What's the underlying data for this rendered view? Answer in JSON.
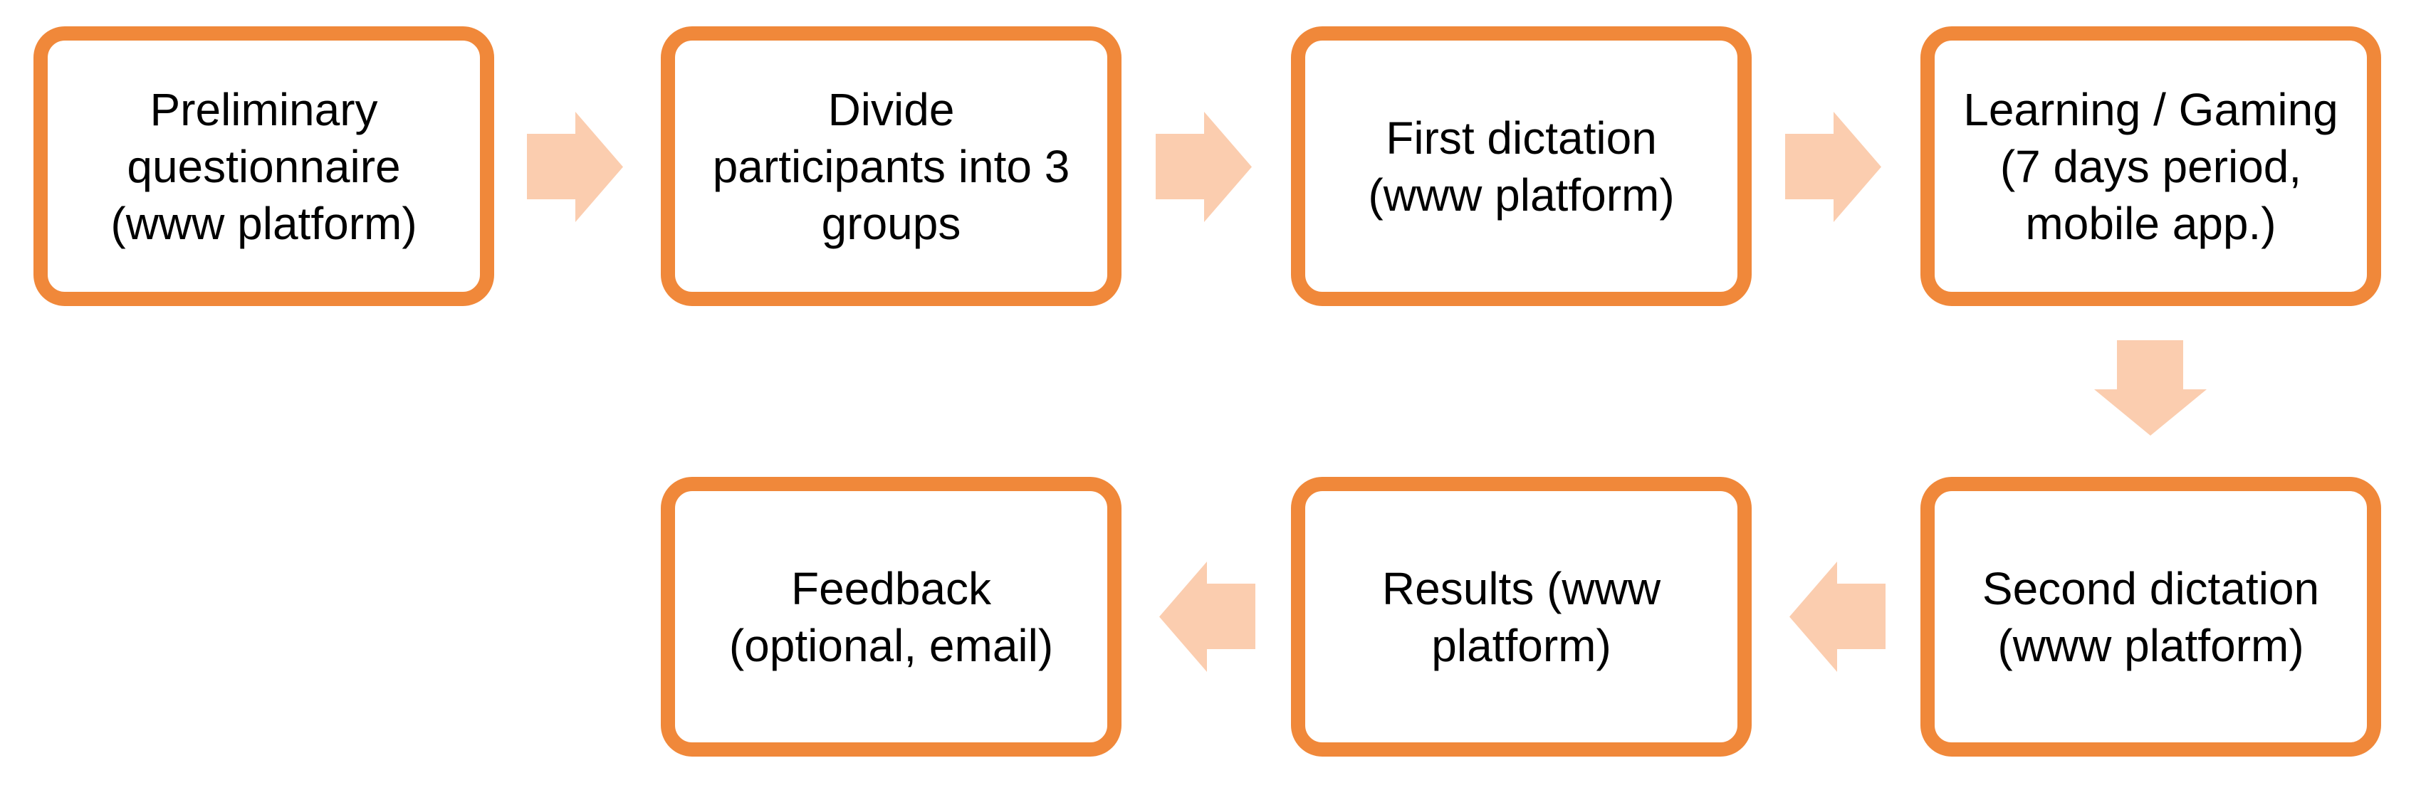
{
  "diagram": {
    "type": "flowchart",
    "background_color": "#ffffff",
    "box_border_color": "#f0883a",
    "box_fill_color": "#ffffff",
    "arrow_fill_color": "#fbcdaf",
    "text_color": "#000000",
    "steps": [
      {
        "id": "preliminary-questionnaire",
        "lines": [
          "Preliminary",
          "questionnaire",
          "(www platform)"
        ],
        "text": "Preliminary questionnaire (www platform)"
      },
      {
        "id": "divide-participants",
        "lines": [
          "Divide",
          "participants into 3",
          "groups"
        ],
        "text": "Divide participants into 3 groups"
      },
      {
        "id": "first-dictation",
        "lines": [
          "First dictation",
          "(www platform)"
        ],
        "text": "First dictation (www platform)"
      },
      {
        "id": "learning-gaming",
        "lines": [
          "Learning / Gaming",
          "(7 days period,",
          "mobile app.)"
        ],
        "text": "Learning / Gaming (7 days period, mobile app.)"
      },
      {
        "id": "second-dictation",
        "lines": [
          "Second dictation",
          "(www platform)"
        ],
        "text": "Second dictation (www platform)"
      },
      {
        "id": "results",
        "lines": [
          "Results (www",
          "platform)"
        ],
        "text": "Results (www platform)"
      },
      {
        "id": "feedback",
        "lines": [
          "Feedback",
          "(optional, email)"
        ],
        "text": "Feedback (optional, email)"
      }
    ],
    "arrows": [
      {
        "id": "arrow-1",
        "direction": "right",
        "from": "preliminary-questionnaire",
        "to": "divide-participants"
      },
      {
        "id": "arrow-2",
        "direction": "right",
        "from": "divide-participants",
        "to": "first-dictation"
      },
      {
        "id": "arrow-3",
        "direction": "right",
        "from": "first-dictation",
        "to": "learning-gaming"
      },
      {
        "id": "arrow-4",
        "direction": "down",
        "from": "learning-gaming",
        "to": "second-dictation"
      },
      {
        "id": "arrow-5",
        "direction": "left",
        "from": "second-dictation",
        "to": "results"
      },
      {
        "id": "arrow-6",
        "direction": "left",
        "from": "results",
        "to": "feedback"
      }
    ]
  }
}
